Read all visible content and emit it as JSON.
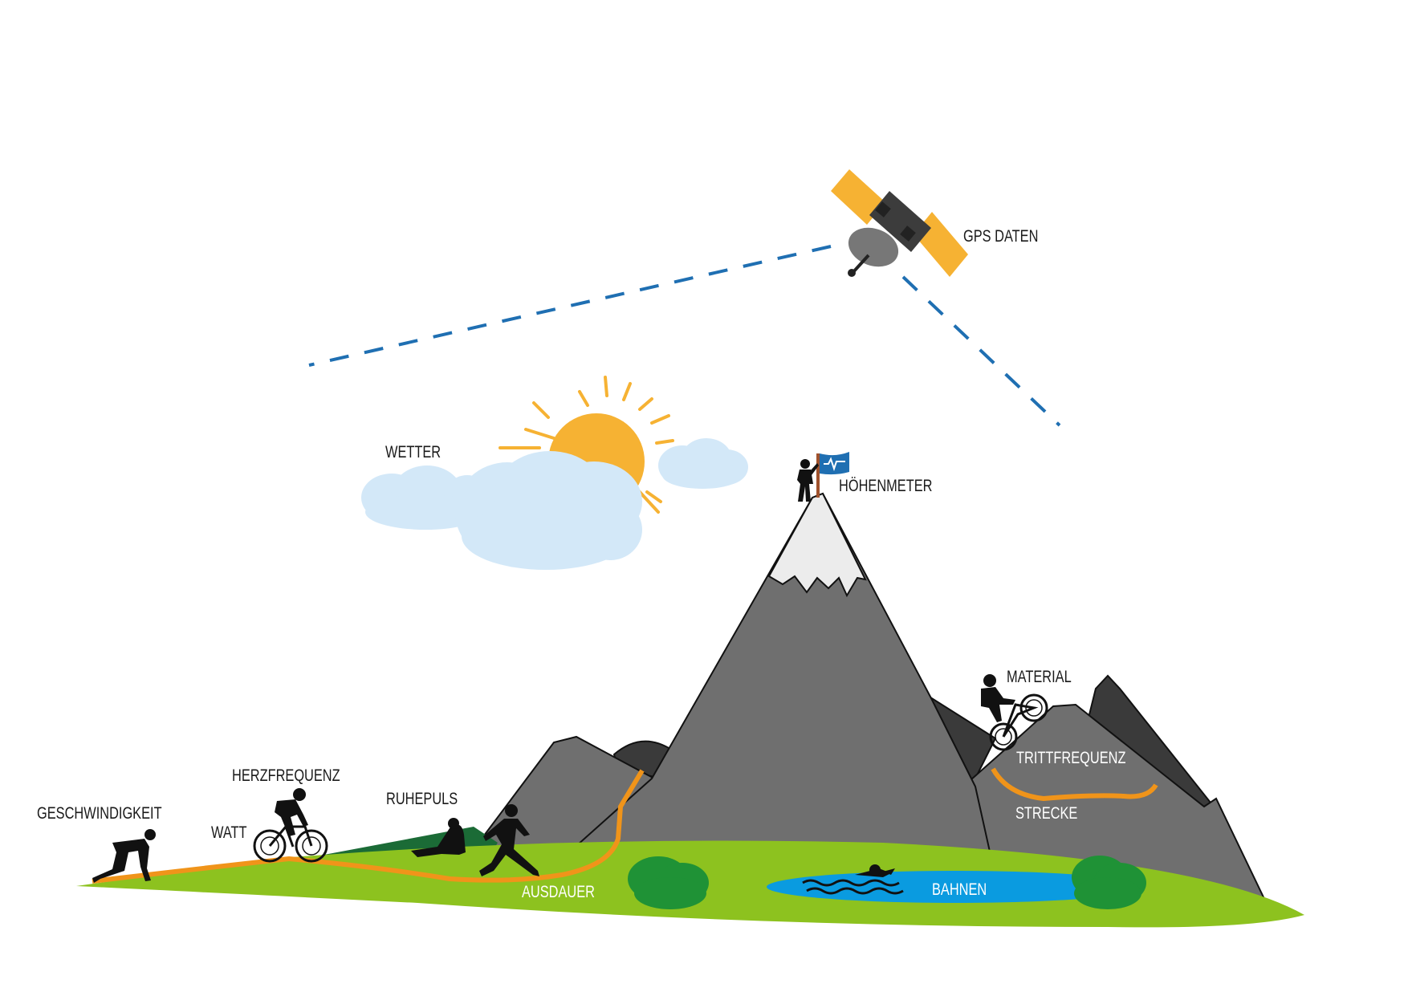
{
  "labels": {
    "gps": "GPS DATEN",
    "weather": "WETTER",
    "elevation": "HÖHENMETER",
    "equipment": "MATERIAL",
    "cadence": "TRITTFREQUENZ",
    "route": "STRECKE",
    "heart_rate": "HERZFREQUENZ",
    "speed": "GESCHWINDIGKEIT",
    "watts": "WATT",
    "resting_pulse": "RUHEPULS",
    "endurance": "AUSDAUER",
    "laps": "BAHNEN"
  },
  "colors": {
    "signal": "#1f6fb2",
    "sun": "#f6b233",
    "cloud": "#d3e8f8",
    "route": "#f0941a",
    "grass": "#8dc21f",
    "forest": "#1b6b36",
    "bush": "#1f9236",
    "water": "#0a9be0",
    "mountain": "#6f6f6f",
    "mountain_dark": "#3a3a3a",
    "snow": "#ececec",
    "flag": "#1f6fb2"
  },
  "icons": [
    "satellite-icon",
    "sun-icon",
    "cloud-icon",
    "flag-icon",
    "sprinter-icon",
    "cyclist-icon",
    "stretching-athlete-icon",
    "runner-icon",
    "swimmer-icon",
    "climber-icon",
    "mountain-biker-icon"
  ]
}
